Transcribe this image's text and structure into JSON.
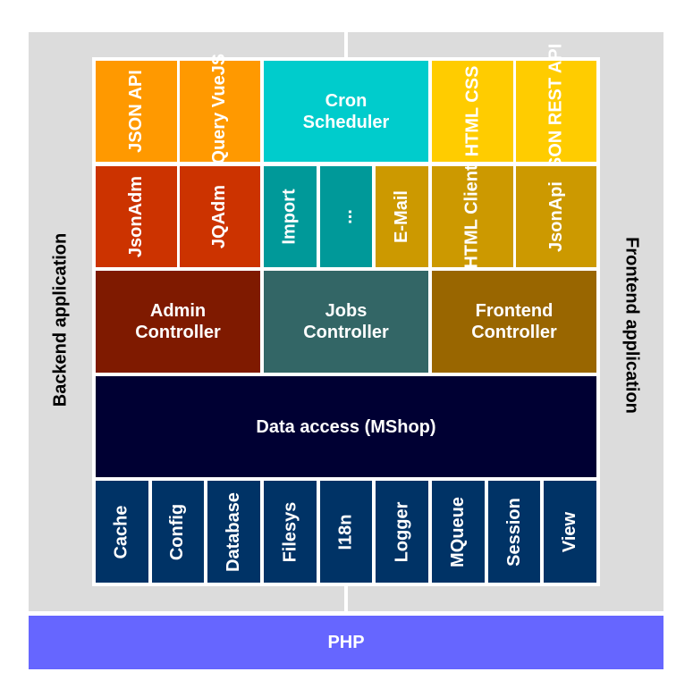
{
  "diagram": {
    "title": "Aimeos architecture layers",
    "side_labels": {
      "backend": "Backend application",
      "frontend": "Frontend application"
    },
    "platform": "PHP",
    "colors": {
      "frame": "#dcdcdc",
      "php": "#6666ff",
      "api_orange": "#ff9900",
      "cron": "#00cccc",
      "frontend_yellow": "#ffcc00",
      "admin_red": "#cc3300",
      "jobs_teal": "#009999",
      "frontend_gold": "#cc9900",
      "admin_controller": "#7f1a00",
      "jobs_controller": "#336666",
      "frontend_controller": "#996600",
      "data_access": "#000033",
      "libs": "#003366"
    },
    "row1": [
      {
        "label": "JSON API"
      },
      {
        "label": "jQuery\nVueJS"
      },
      {
        "label": "Cron\nScheduler"
      },
      {
        "label": "HTML\nCSS"
      },
      {
        "label": "JSON\nREST API"
      }
    ],
    "row2": [
      {
        "label": "JsonAdm"
      },
      {
        "label": "JQAdm"
      },
      {
        "label": "Import"
      },
      {
        "label": "..."
      },
      {
        "label": "E-Mail"
      },
      {
        "label": "HTML\nClient"
      },
      {
        "label": "JsonApi"
      }
    ],
    "controllers": [
      {
        "label": "Admin\nController"
      },
      {
        "label": "Jobs\nController"
      },
      {
        "label": "Frontend\nController"
      }
    ],
    "data_access": "Data access (MShop)",
    "libraries": [
      "Cache",
      "Config",
      "Database",
      "Filesys",
      "I18n",
      "Logger",
      "MQueue",
      "Session",
      "View"
    ]
  }
}
